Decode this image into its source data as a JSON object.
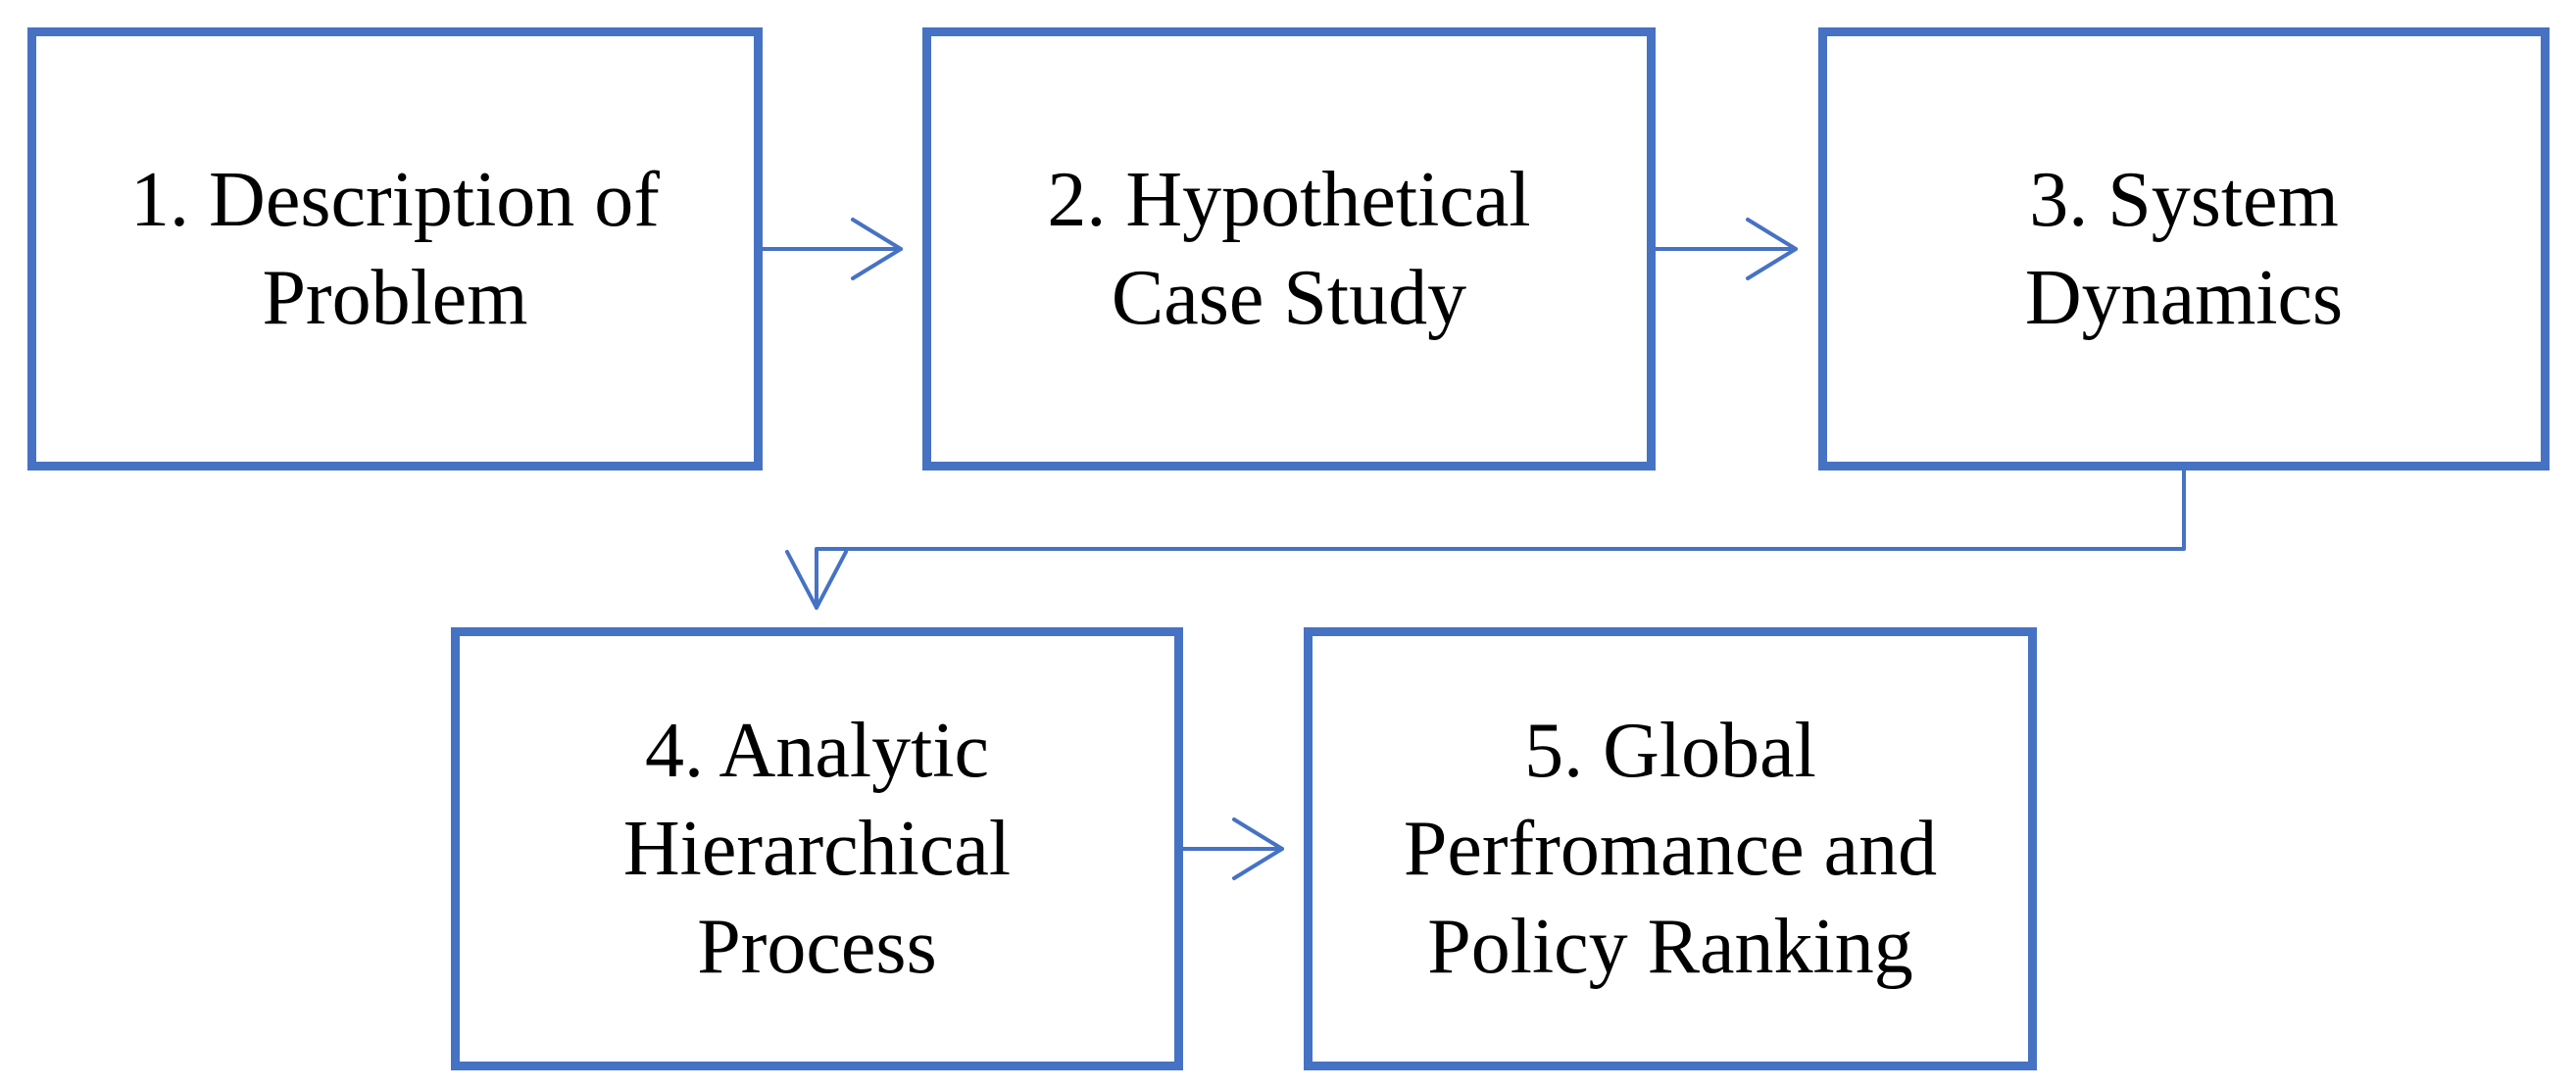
{
  "diagram": {
    "accent_color": "#4672C4",
    "steps": [
      {
        "id": "1",
        "label": "1. Description of\nProblem"
      },
      {
        "id": "2",
        "label": "2. Hypothetical\nCase Study"
      },
      {
        "id": "3",
        "label": "3. System\nDynamics"
      },
      {
        "id": "4",
        "label": "4. Analytic\nHierarchical\nProcess"
      },
      {
        "id": "5",
        "label": "5. Global\nPerfromance and\nPolicy Ranking"
      }
    ],
    "connections": [
      {
        "from": "1",
        "to": "2"
      },
      {
        "from": "2",
        "to": "3"
      },
      {
        "from": "3",
        "to": "4"
      },
      {
        "from": "4",
        "to": "5"
      }
    ]
  }
}
